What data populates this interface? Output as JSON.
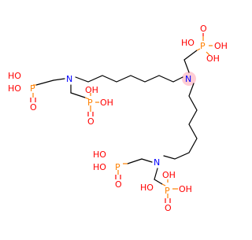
{
  "molecule": {
    "colors": {
      "carbon_bond": "#000000",
      "nitrogen": "#0000ff",
      "phosphorus": "#ff8000",
      "oxygen": "#ff0000",
      "highlight": "#ffc0cb"
    },
    "labels": {
      "nitrogen": "N",
      "phosphorus": "P",
      "oxygen": "O",
      "hydroxyl_left": "HO",
      "hydroxyl_right": "OH",
      "hydroxyl_left_alt": "HO"
    }
  }
}
